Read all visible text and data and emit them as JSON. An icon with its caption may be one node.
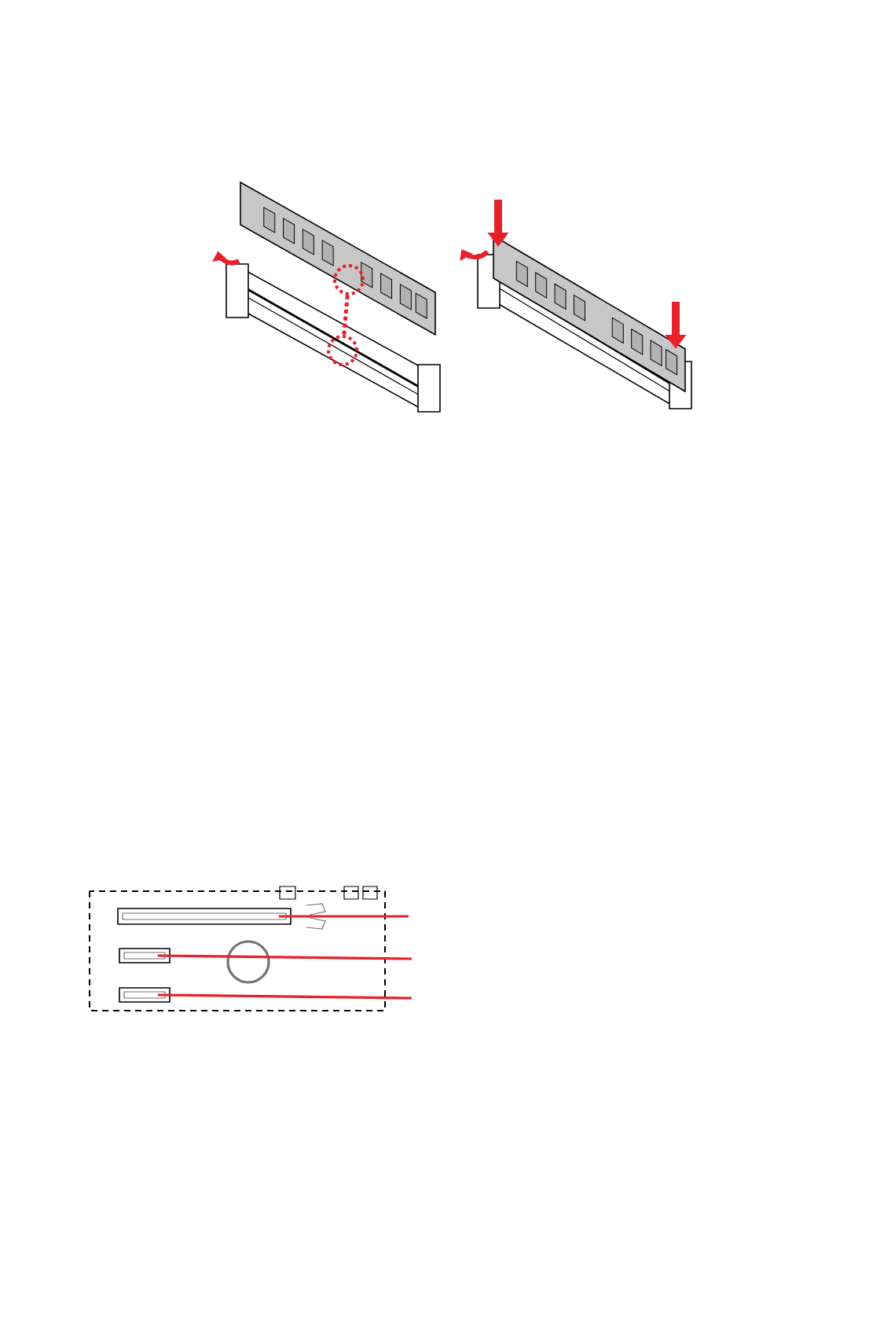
{
  "diagram": {
    "nodes": [
      {
        "text": [],
        "shape": "circle"
      },
      {
        "text": [],
        "shape": "circle"
      },
      {
        "text": [],
        "shape": "bar"
      },
      {
        "text": [],
        "shape": "bar"
      },
      {
        "text": [],
        "shape": "bar"
      }
    ],
    "edges": [
      {
        "from": 0,
        "to": 1,
        "arrow": "none",
        "style": "dashed"
      },
      {
        "from": 2,
        "to": null,
        "arrow": "none"
      },
      {
        "from": 3,
        "to": null,
        "arrow": "none"
      },
      {
        "from": 4,
        "to": null,
        "arrow": "none"
      }
    ]
  }
}
